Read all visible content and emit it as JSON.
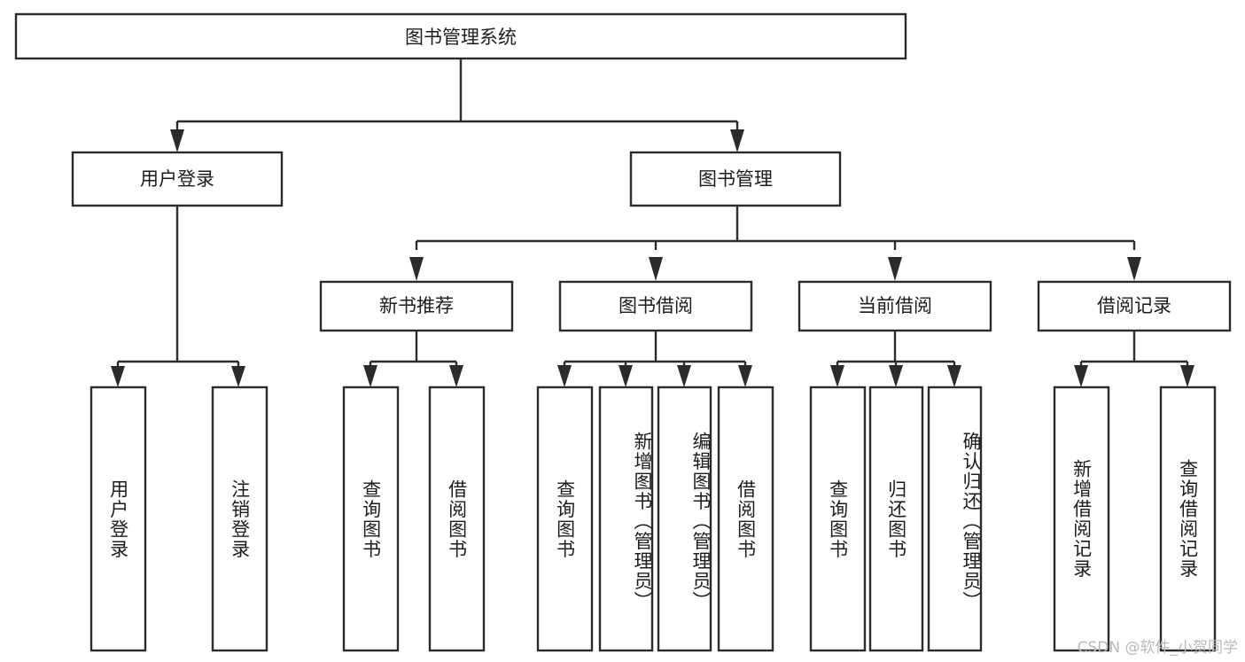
{
  "diagram": {
    "title": "图书管理系统",
    "type": "tree-hierarchy",
    "root": {
      "label": "图书管理系统"
    },
    "level2": [
      {
        "label": "用户登录"
      },
      {
        "label": "图书管理"
      }
    ],
    "level3": [
      {
        "label": "新书推荐"
      },
      {
        "label": "图书借阅"
      },
      {
        "label": "当前借阅"
      },
      {
        "label": "借阅记录"
      }
    ],
    "leaves": {
      "user_login": [
        {
          "label": "用户登录"
        },
        {
          "label": "注销登录"
        }
      ],
      "new_book_recommend": [
        {
          "label": "查询图书"
        },
        {
          "label": "借阅图书"
        }
      ],
      "book_borrow": [
        {
          "label": "查询图书"
        },
        {
          "label": "新增图书（管理员）"
        },
        {
          "label": "编辑图书（管理员）"
        },
        {
          "label": "借阅图书"
        }
      ],
      "current_borrow": [
        {
          "label": "查询图书"
        },
        {
          "label": "归还图书"
        },
        {
          "label": "确认归还（管理员）"
        }
      ],
      "borrow_record": [
        {
          "label": "新增借阅记录"
        },
        {
          "label": "查询借阅记录"
        }
      ]
    }
  },
  "watermark": {
    "text": "CSDN @软件_小贺同学"
  },
  "colors": {
    "stroke": "#2b2b2b",
    "box_fill": "#ffffff",
    "text": "#1c1c1c",
    "watermark": "#b9b9b9",
    "background": "#ffffff"
  }
}
